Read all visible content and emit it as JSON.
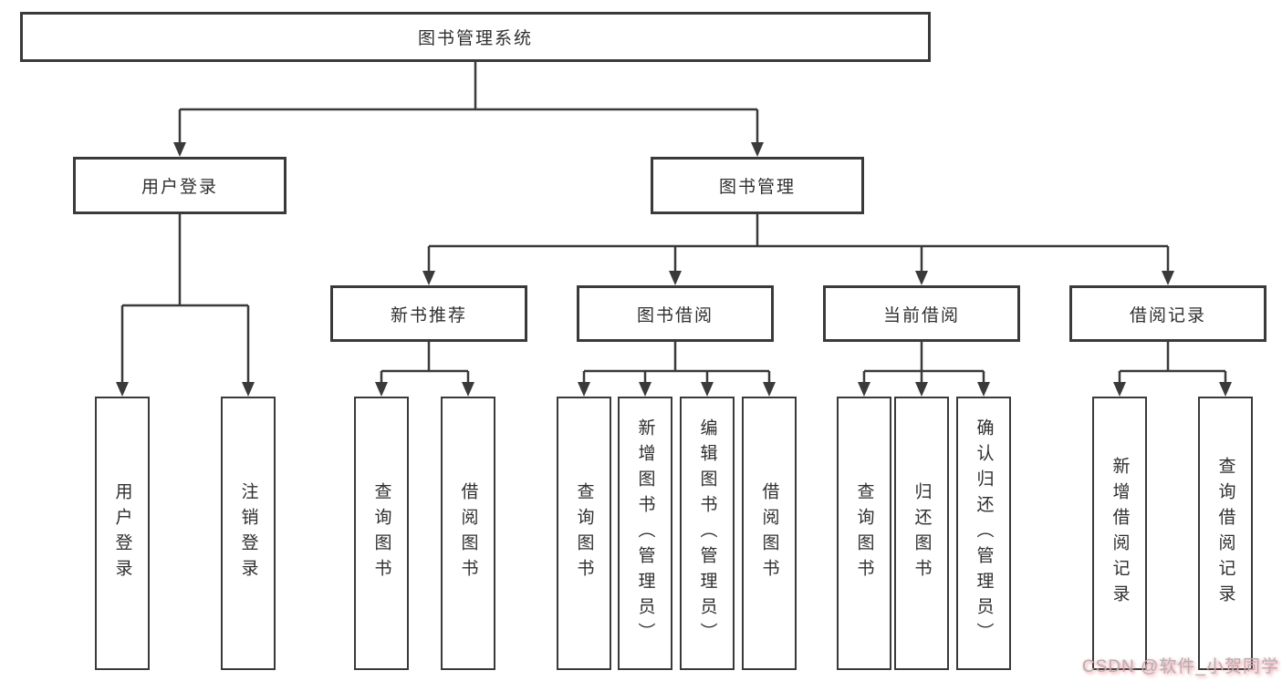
{
  "tree": {
    "label": "图书管理系统",
    "children": [
      {
        "label": "用户登录",
        "children": [
          {
            "label": "用户登录"
          },
          {
            "label": "注销登录"
          }
        ]
      },
      {
        "label": "图书管理",
        "children": [
          {
            "label": "新书推荐",
            "children": [
              {
                "label": "查询图书"
              },
              {
                "label": "借阅图书"
              }
            ]
          },
          {
            "label": "图书借阅",
            "children": [
              {
                "label": "查询图书"
              },
              {
                "label": "新增图书（管理员）"
              },
              {
                "label": "编辑图书（管理员）"
              },
              {
                "label": "借阅图书"
              }
            ]
          },
          {
            "label": "当前借阅",
            "children": [
              {
                "label": "查询图书"
              },
              {
                "label": "归还图书"
              },
              {
                "label": "确认归还（管理员）"
              }
            ]
          },
          {
            "label": "借阅记录",
            "children": [
              {
                "label": "新增借阅记录"
              },
              {
                "label": "查询借阅记录"
              }
            ]
          }
        ]
      }
    ]
  },
  "watermark": {
    "text": "CSDN @软件_小贺同学"
  },
  "colors": {
    "line": "#3a3a3a",
    "text": "#2f2f2f",
    "background": "#ffffff",
    "watermark_text": "#b2b2b2",
    "watermark_shadow": "#ea5264"
  }
}
